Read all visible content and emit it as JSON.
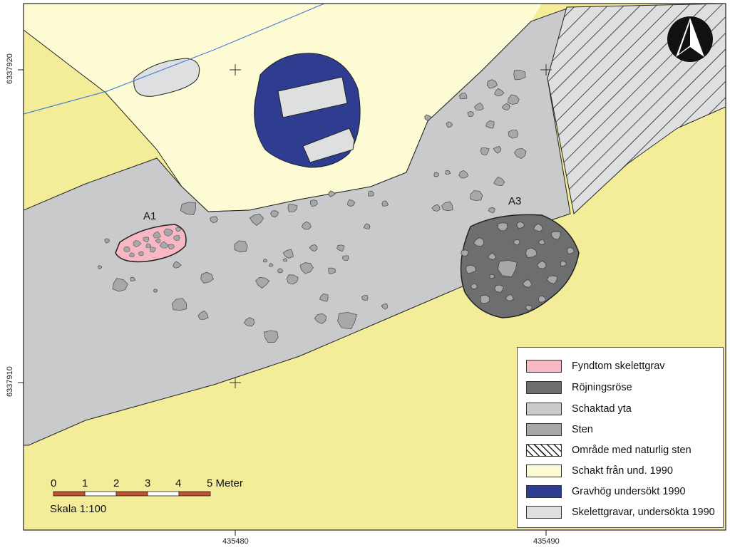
{
  "map": {
    "sites": [
      {
        "id": "a1",
        "label": "A1"
      },
      {
        "id": "a3",
        "label": "A3"
      }
    ],
    "axes": {
      "x_labels": [
        "435480",
        "435490"
      ],
      "y_labels": [
        "6337920",
        "6337910"
      ]
    },
    "scale": {
      "ticks": [
        "0",
        "1",
        "2",
        "3",
        "4",
        "5 Meter"
      ],
      "ratio_label": "Skala 1:100"
    },
    "north_arrow_icon": "north-arrow-icon",
    "legend": [
      {
        "key": "fyndtom",
        "label": "Fyndtom skelettgrav",
        "color": "#f7b8c4"
      },
      {
        "key": "rojning",
        "label": "Röjningsröse",
        "color": "#6d6e70"
      },
      {
        "key": "schaktad",
        "label": "Schaktad yta",
        "color": "#c9cacc"
      },
      {
        "key": "sten",
        "label": "Sten",
        "color": "#a7a8aa"
      },
      {
        "key": "naturlig",
        "label": "Område med naturlig sten",
        "color": "hatch"
      },
      {
        "key": "schakt1990",
        "label": "Schakt från und. 1990",
        "color": "#fdfbd3"
      },
      {
        "key": "gravhog",
        "label": "Gravhög undersökt 1990",
        "color": "#2e3d8f"
      },
      {
        "key": "skelett",
        "label": "Skelettgravar, undersökta 1990",
        "color": "#dedfe1"
      }
    ],
    "colors": {
      "background": "#f3ed9a",
      "schakt": "#fdfbd3",
      "schaktad": "#c9cacc",
      "sten": "#a7a8aa",
      "rojning": "#6d6e70",
      "gravhog": "#2e3d8f",
      "fyndtom": "#f7b8c4",
      "skelett": "#dedfe1",
      "line": "#4a7fd4"
    }
  }
}
